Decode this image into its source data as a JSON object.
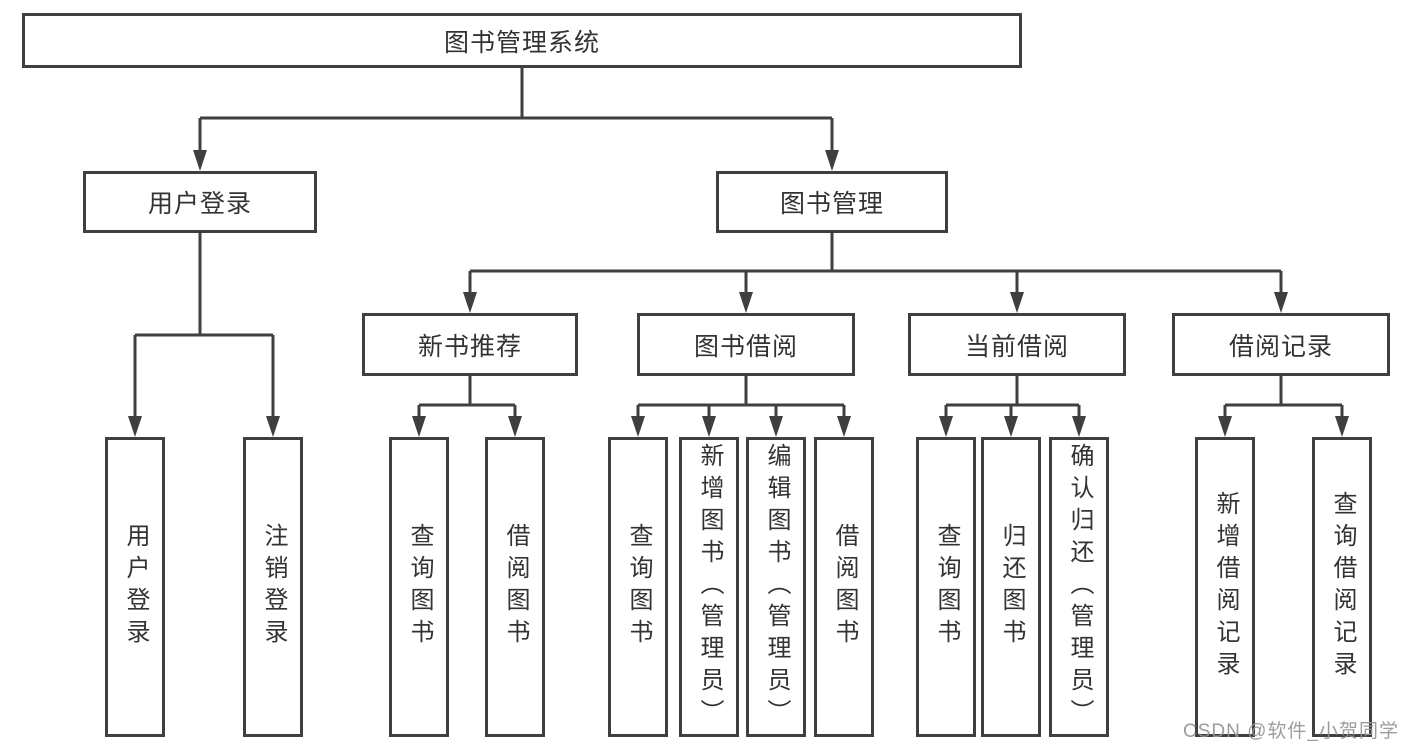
{
  "tree": {
    "label": "图书管理系统",
    "children": [
      {
        "label": "用户登录",
        "children": [
          {
            "label": "用户登录"
          },
          {
            "label": "注销登录"
          }
        ]
      },
      {
        "label": "图书管理",
        "children": [
          {
            "label": "新书推荐",
            "children": [
              {
                "label": "查询图书"
              },
              {
                "label": "借阅图书"
              }
            ]
          },
          {
            "label": "图书借阅",
            "children": [
              {
                "label": "查询图书"
              },
              {
                "label": "新增图书（管理员）"
              },
              {
                "label": "编辑图书（管理员）"
              },
              {
                "label": "借阅图书"
              }
            ]
          },
          {
            "label": "当前借阅",
            "children": [
              {
                "label": "查询图书"
              },
              {
                "label": "归还图书"
              },
              {
                "label": "确认归还（管理员）"
              }
            ]
          },
          {
            "label": "借阅记录",
            "children": [
              {
                "label": "新增借阅记录"
              },
              {
                "label": "查询借阅记录"
              }
            ]
          }
        ]
      }
    ]
  },
  "watermark": {
    "text": "CSDN @软件_小贺同学"
  },
  "colors": {
    "line": "#3f3f3f",
    "text": "#333333",
    "background": "#ffffff",
    "watermark": "#949494"
  }
}
